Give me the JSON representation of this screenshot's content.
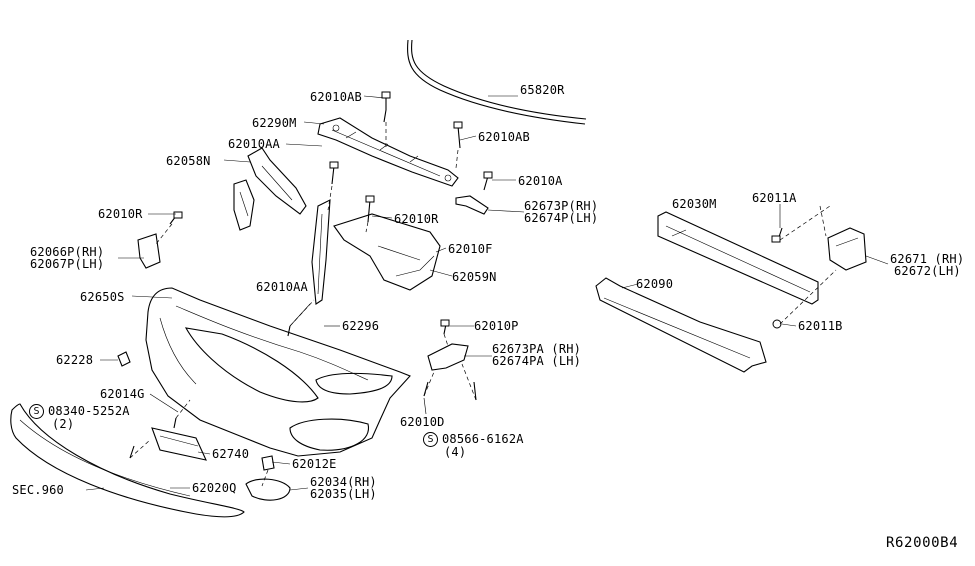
{
  "labels": {
    "p65820R": "65820R",
    "p62010AB_1": "62010AB",
    "p62290M": "62290M",
    "p62010AB_2": "62010AB",
    "p62010AA_1": "62010AA",
    "p62058N": "62058N",
    "p62010A": "62010A",
    "p62673P": "62673P(RH)",
    "p62674P": "62674P(LH)",
    "p62010R_1": "62010R",
    "p62010R_2": "62010R",
    "p62066P": "62066P(RH)",
    "p62067P": "62067P(LH)",
    "p62010F": "62010F",
    "p62059N": "62059N",
    "p62030M": "62030M",
    "p62011A": "62011A",
    "p62671": "62671 (RH)",
    "p62672": "62672(LH)",
    "p62090": "62090",
    "p62011B": "62011B",
    "p62010AA_2": "62010AA",
    "p62296": "62296",
    "p62650S": "62650S",
    "p62010P": "62010P",
    "p62673PA": "62673PA (RH)",
    "p62674PA": "62674PA (LH)",
    "p62228": "62228",
    "p62014G": "62014G",
    "p08340": "08340-5252A",
    "q2": "(2)",
    "p62010D": "62010D",
    "p08566": "08566-6162A",
    "q4": "(4)",
    "p62740": "62740",
    "p62012E": "62012E",
    "p62034": "62034(RH)",
    "p62035": "62035(LH)",
    "pSEC960": "SEC.960",
    "p62020Q": "62020Q",
    "screw_symbol": "S",
    "reference_code": "R62000B4"
  }
}
